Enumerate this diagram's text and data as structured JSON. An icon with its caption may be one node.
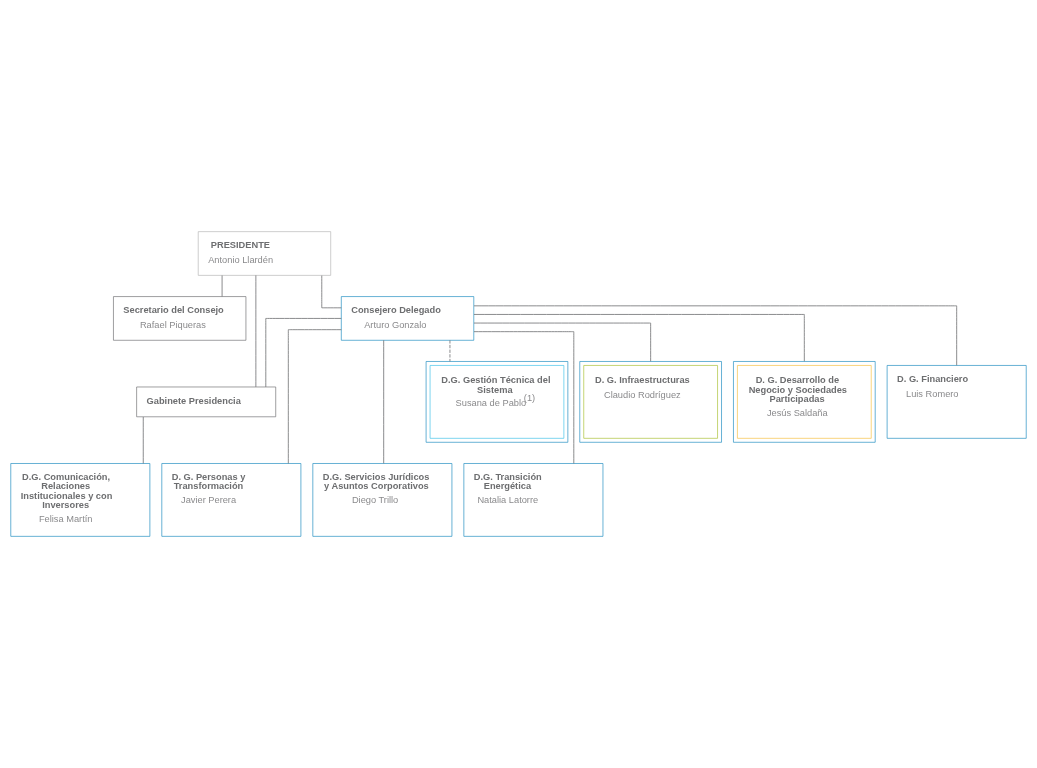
{
  "diagram": {
    "nodes": [
      {
        "text": [
          "PRESIDENTE",
          "Antonio Llardén"
        ]
      },
      {
        "text": [
          "Secretario del Consejo",
          "Rafael Piqueras"
        ]
      },
      {
        "text": [
          "Consejero Delegado",
          "Arturo Gonzalo"
        ]
      },
      {
        "text": [
          "Gabinete Presidencia"
        ]
      },
      {
        "text": [
          "D. G. Personas y Transformación",
          "Javier Perera"
        ]
      },
      {
        "text": [
          "D.G. Servicios Jurídicos y Asuntos Corporativos",
          "Diego Trillo"
        ]
      },
      {
        "text": [
          "D.G. Transición Energética",
          "Natalia Latorre"
        ]
      },
      {
        "text": [
          "D.G. Comunicación, Relaciones Institucionales y con Inversores",
          "Felisa Martín"
        ]
      },
      {
        "text": [
          "D.G. Gestión Técnica del Sistema",
          "Susana de Pablo$^{(1)}$"
        ]
      },
      {
        "text": [
          "D. G. Infraestructuras",
          "Claudio Rodríguez"
        ]
      },
      {
        "text": [
          "D. G. Desarrollo de Negocio y Sociedades Participadas",
          "Jesús Saldaña"
        ]
      },
      {
        "text": [
          "D. G. Financiero",
          "Luis Romero"
        ]
      }
    ],
    "edges": [
      {
        "from": 0,
        "to": 1,
        "arrow": "none"
      },
      {
        "from": 0,
        "to": 2,
        "arrow": "none"
      },
      {
        "from": 0,
        "to": 3,
        "arrow": "none"
      },
      {
        "from": 2,
        "to": 4,
        "arrow": "none"
      },
      {
        "from": 2,
        "to": 5,
        "arrow": "none"
      },
      {
        "from": 2,
        "to": 6,
        "arrow": "none"
      },
      {
        "from": 2,
        "to": 3,
        "arrow": "none"
      },
      {
        "from": 3,
        "to": 7,
        "arrow": "none"
      },
      {
        "from": 2,
        "to": 8,
        "arrow": "none",
        "style": "dashed"
      },
      {
        "from": 2,
        "to": 9,
        "arrow": "none"
      },
      {
        "from": 2,
        "to": 10,
        "arrow": "none"
      },
      {
        "from": 2,
        "to": 11,
        "arrow": "none"
      }
    ]
  }
}
